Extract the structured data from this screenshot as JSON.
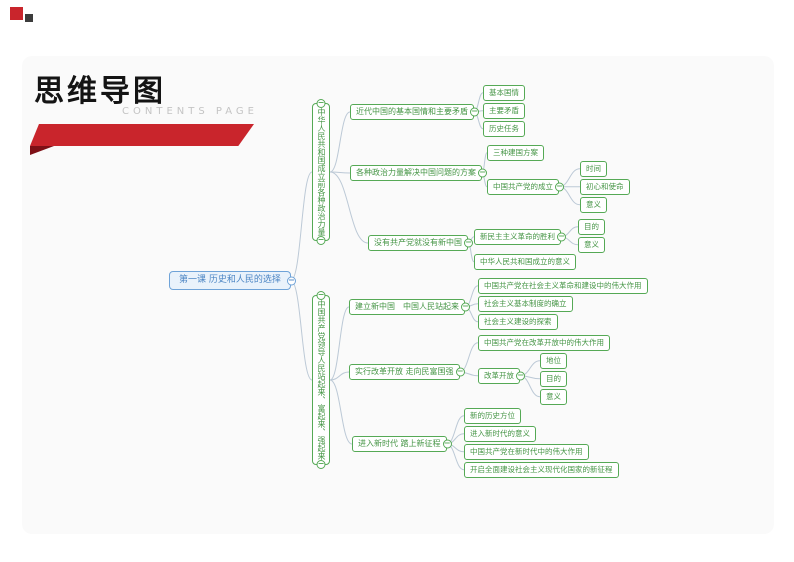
{
  "header": {
    "title": "思维导图",
    "subtitle": "CONTENTS PAGE"
  },
  "icons": {
    "collapse": "−"
  },
  "colors": {
    "accent_red": "#c9252c",
    "accent_red_dark": "#7e1016",
    "node_green": "#55a955",
    "node_blue": "#6fa3d8",
    "root_fill": "#e9f2fb",
    "connector": "#bcc9d6"
  },
  "mindmap": {
    "nodes": {
      "root": {
        "label": "第一课 历史和人民的选择"
      },
      "br1": {
        "label": "中华人民共和国成立前各种政治力量"
      },
      "br2": {
        "label": "中国共产党领导人民站起来、富起来、强起来"
      },
      "br1_1": {
        "label": "近代中国的基本国情和主要矛盾"
      },
      "br1_1_1": {
        "label": "基本国情"
      },
      "br1_1_2": {
        "label": "主要矛盾"
      },
      "br1_1_3": {
        "label": "历史任务"
      },
      "br1_2": {
        "label": "各种政治力量解决中国问题的方案"
      },
      "br1_2_1": {
        "label": "三种建国方案"
      },
      "br1_2_2": {
        "label": "中国共产党的成立"
      },
      "br1_2_2_1": {
        "label": "时间"
      },
      "br1_2_2_2": {
        "label": "初心和使命"
      },
      "br1_2_2_3": {
        "label": "意义"
      },
      "br1_3": {
        "label": "没有共产党就没有新中国"
      },
      "br1_3_1": {
        "label": "新民主主义革命的胜利"
      },
      "br1_3_1_1": {
        "label": "目的"
      },
      "br1_3_1_2": {
        "label": "意义"
      },
      "br1_3_2": {
        "label": "中华人民共和国成立的意义"
      },
      "br2_1": {
        "label": "建立新中国　中国人民站起来"
      },
      "br2_1_1": {
        "label": "中国共产党在社会主义革命和建设中的伟大作用"
      },
      "br2_1_2": {
        "label": "社会主义基本制度的确立"
      },
      "br2_1_3": {
        "label": "社会主义建设的探索"
      },
      "br2_2": {
        "label": "实行改革开放 走向民富国强"
      },
      "br2_2_1": {
        "label": "中国共产党在改革开放中的伟大作用"
      },
      "br2_2_2": {
        "label": "改革开放"
      },
      "br2_2_2_1": {
        "label": "地位"
      },
      "br2_2_2_2": {
        "label": "目的"
      },
      "br2_2_2_3": {
        "label": "意义"
      },
      "br2_3": {
        "label": "进入新时代 踏上新征程"
      },
      "br2_3_1": {
        "label": "新的历史方位"
      },
      "br2_3_2": {
        "label": "进入新时代的意义"
      },
      "br2_3_3": {
        "label": "中国共产党在新时代中的伟大作用"
      },
      "br2_3_4": {
        "label": "开启全面建设社会主义现代化国家的新征程"
      }
    }
  }
}
